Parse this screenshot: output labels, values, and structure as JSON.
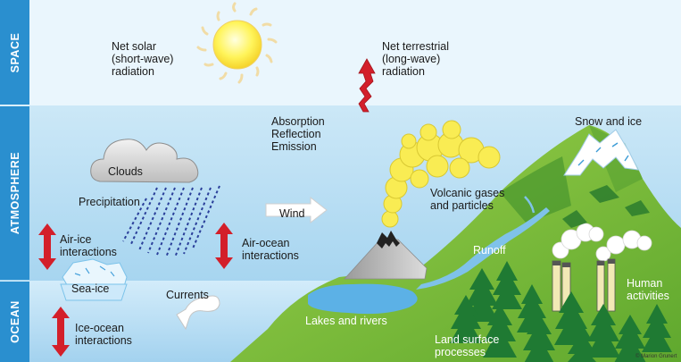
{
  "bands": {
    "space": "SPACE",
    "atmosphere": "ATMOSPHERE",
    "ocean": "OCEAN"
  },
  "labels": {
    "solar_line1": "Net solar",
    "solar_line2": "(short-wave)",
    "solar_line3": "radiation",
    "terrestrial_line1": "Net terrestrial",
    "terrestrial_line2": "(long-wave)",
    "terrestrial_line3": "radiation",
    "absorption": "Absorption",
    "reflection": "Reflection",
    "emission": "Emission",
    "snow_ice": "Snow and ice",
    "clouds": "Clouds",
    "precipitation": "Precipitation",
    "wind": "Wind",
    "volcanic_line1": "Volcanic gases",
    "volcanic_line2": "and particles",
    "air_ice_line1": "Air-ice",
    "air_ice_line2": "interactions",
    "air_ocean_line1": "Air-ocean",
    "air_ocean_line2": "interactions",
    "runoff": "Runoff",
    "sea_ice": "Sea-ice",
    "currents": "Currents",
    "human_line1": "Human",
    "human_line2": "activities",
    "ice_ocean_line1": "Ice-ocean",
    "ice_ocean_line2": "interactions",
    "lakes": "Lakes and rivers",
    "land_line1": "Land surface",
    "land_line2": "processes",
    "credit": "© Marion Grunert"
  },
  "colors": {
    "band_blue": "#2a8fcf",
    "sky_top": "#e4f3fc",
    "sky_bottom": "#aad7f1",
    "ocean": "#bfe3f7",
    "land": "#7cbf3a",
    "dark_green": "#1f7a33",
    "arrow_red": "#d31f2a",
    "sun": "#fff04a",
    "plume": "#f9ec53"
  }
}
